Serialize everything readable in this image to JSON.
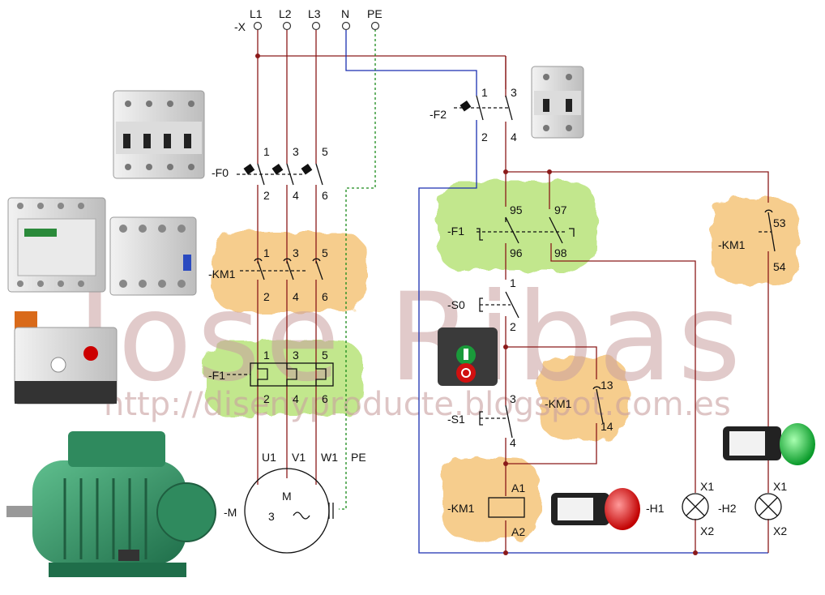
{
  "watermark": {
    "name": "Jose Ribas",
    "url": "http://disenyproducte.blogspot.com.es"
  },
  "power": {
    "terminal_strip": "-X",
    "lines": [
      "L1",
      "L2",
      "L3",
      "N",
      "PE"
    ],
    "breaker": {
      "tag": "-F0",
      "top": [
        "1",
        "3",
        "5"
      ],
      "bottom": [
        "2",
        "4",
        "6"
      ]
    },
    "contactor": {
      "tag": "-KM1",
      "top": [
        "1",
        "3",
        "5"
      ],
      "bottom": [
        "2",
        "4",
        "6"
      ]
    },
    "overload": {
      "tag": "-F1",
      "top": [
        "1",
        "3",
        "5"
      ],
      "bottom": [
        "2",
        "4",
        "6"
      ]
    },
    "motor": {
      "tag": "-M",
      "symbol": "M",
      "phases": "3",
      "terminals": [
        "U1",
        "V1",
        "W1",
        "PE"
      ]
    }
  },
  "control": {
    "breaker": {
      "tag": "-F2",
      "top": [
        "1",
        "3"
      ],
      "bottom": [
        "2",
        "4"
      ]
    },
    "overload_contacts": {
      "tag": "-F1",
      "nc": [
        "95",
        "96"
      ],
      "no": [
        "97",
        "98"
      ]
    },
    "stop_button": {
      "tag": "-S0",
      "terminals": [
        "1",
        "2"
      ]
    },
    "start_button": {
      "tag": "-S1",
      "terminals": [
        "3",
        "4"
      ]
    },
    "holding_contact": {
      "tag": "-KM1",
      "terminals": [
        "13",
        "14"
      ]
    },
    "coil": {
      "tag": "-KM1",
      "terminals": [
        "A1",
        "A2"
      ]
    },
    "fault_lamp": {
      "tag": "-H1"
    },
    "lamp_h2": {
      "tag": "-H2",
      "terminals": [
        "X1",
        "X2"
      ]
    },
    "lamp_run": {
      "terminals": [
        "X1",
        "X2"
      ]
    },
    "aux_contact": {
      "tag": "-KM1",
      "terminals": [
        "53",
        "54"
      ]
    }
  },
  "colors": {
    "phase_wire": "#8b1a1a",
    "neutral_wire": "#1a2fb0",
    "earth_wire": "#1a8a1a",
    "junction": "#8b1a1a",
    "highlight_orange": "#f5c57a",
    "highlight_green": "#b8e37a",
    "watermark": "#c9a0a0"
  },
  "icons": [
    "breaker-4p-photo",
    "breaker-2p-photo",
    "contactor-photo",
    "aux-block-photo",
    "overload-relay-photo",
    "motor-photo",
    "pushbutton-station-photo",
    "red-pilot-lamp-photo",
    "green-pilot-lamp-photo"
  ]
}
